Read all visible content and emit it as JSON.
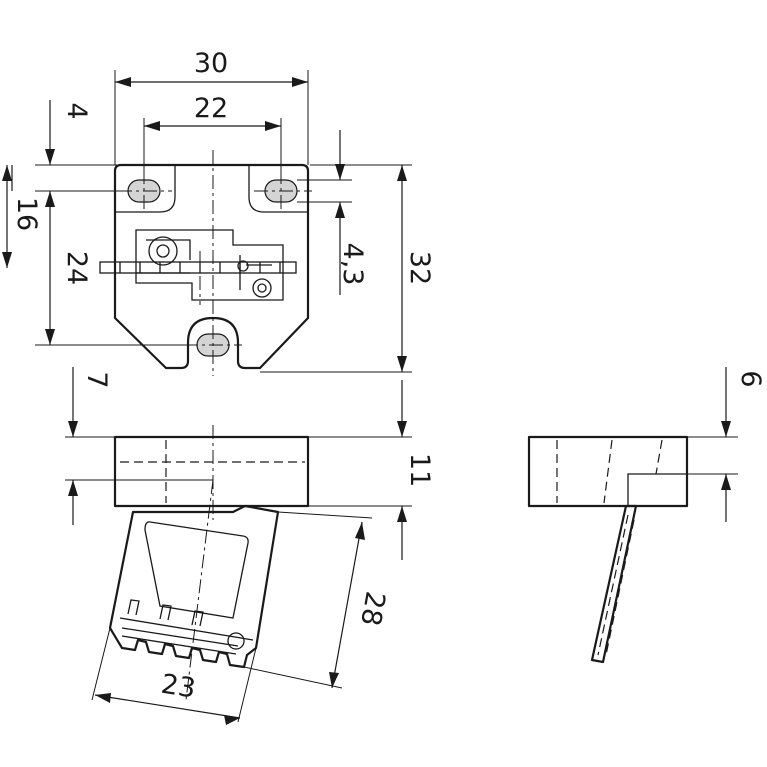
{
  "dimensions": {
    "overall_width": "30",
    "hole_spacing": "22",
    "top_offset": "4",
    "hole_diameter": "4,3",
    "upper_height": "16",
    "lower_height": "24",
    "overall_height": "32",
    "side_offset_left": "7",
    "body_height": "11",
    "lever_length": "28",
    "lever_width": "23",
    "side_offset_right": "6"
  }
}
